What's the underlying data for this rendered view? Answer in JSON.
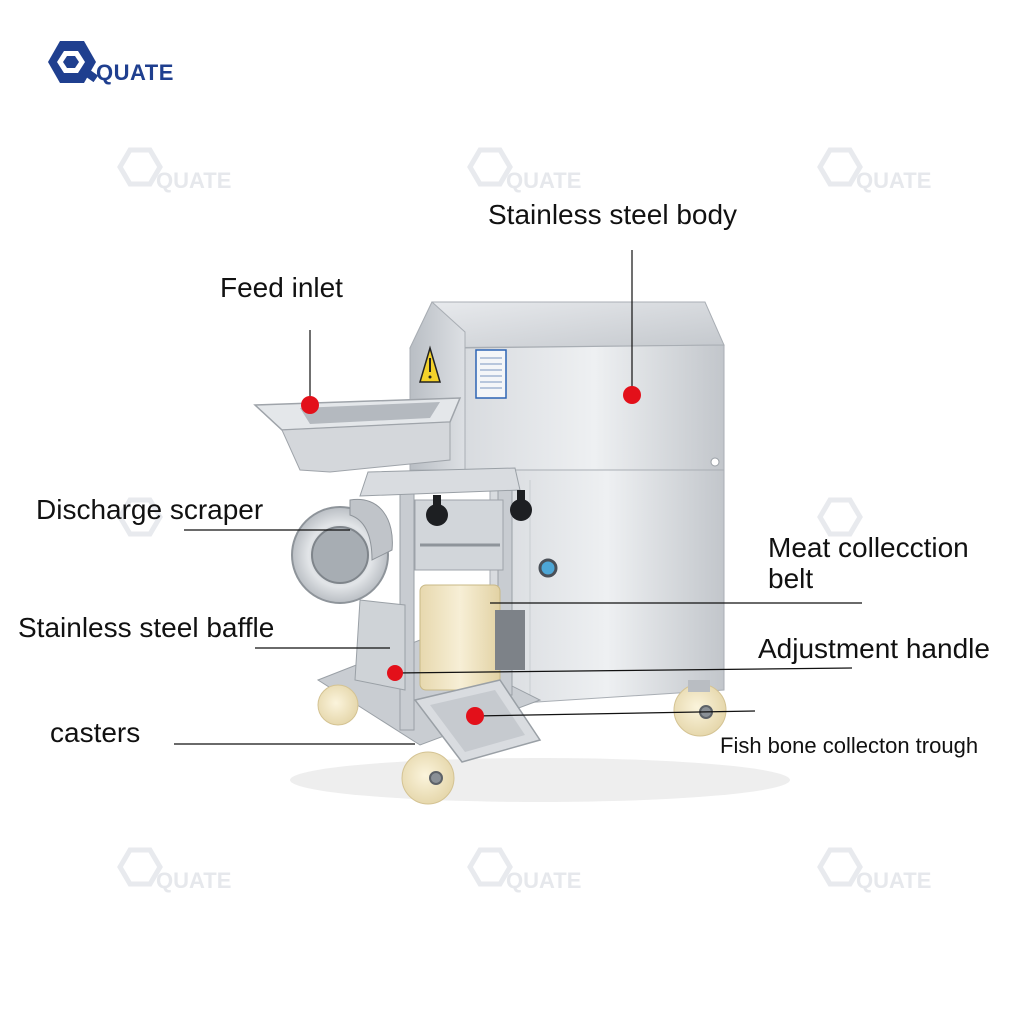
{
  "brand": {
    "name": "QUATE",
    "color": "#1f3f8f",
    "watermark_color": "#e6e8ec"
  },
  "machine": {
    "warning_sign_icon": "warning-triangle-icon",
    "body_color": "#cfd2d6",
    "drum_color": "#f1e6c6",
    "wheel_color": "#f3e8c6"
  },
  "markers": {
    "color": "#e3101a"
  },
  "callouts": [
    {
      "id": "stainless-steel-body",
      "text": "Stainless steel body"
    },
    {
      "id": "feed-inlet",
      "text": "Feed inlet"
    },
    {
      "id": "discharge-scraper",
      "text": "Discharge scraper"
    },
    {
      "id": "meat-collection-belt",
      "text": "Meat collecction belt"
    },
    {
      "id": "stainless-steel-baffle",
      "text": "Stainless steel baffle"
    },
    {
      "id": "adjustment-handle",
      "text": "Adjustment handle"
    },
    {
      "id": "casters",
      "text": "casters"
    },
    {
      "id": "fish-bone-collection-trough",
      "text": "Fish bone collecton trough"
    }
  ]
}
